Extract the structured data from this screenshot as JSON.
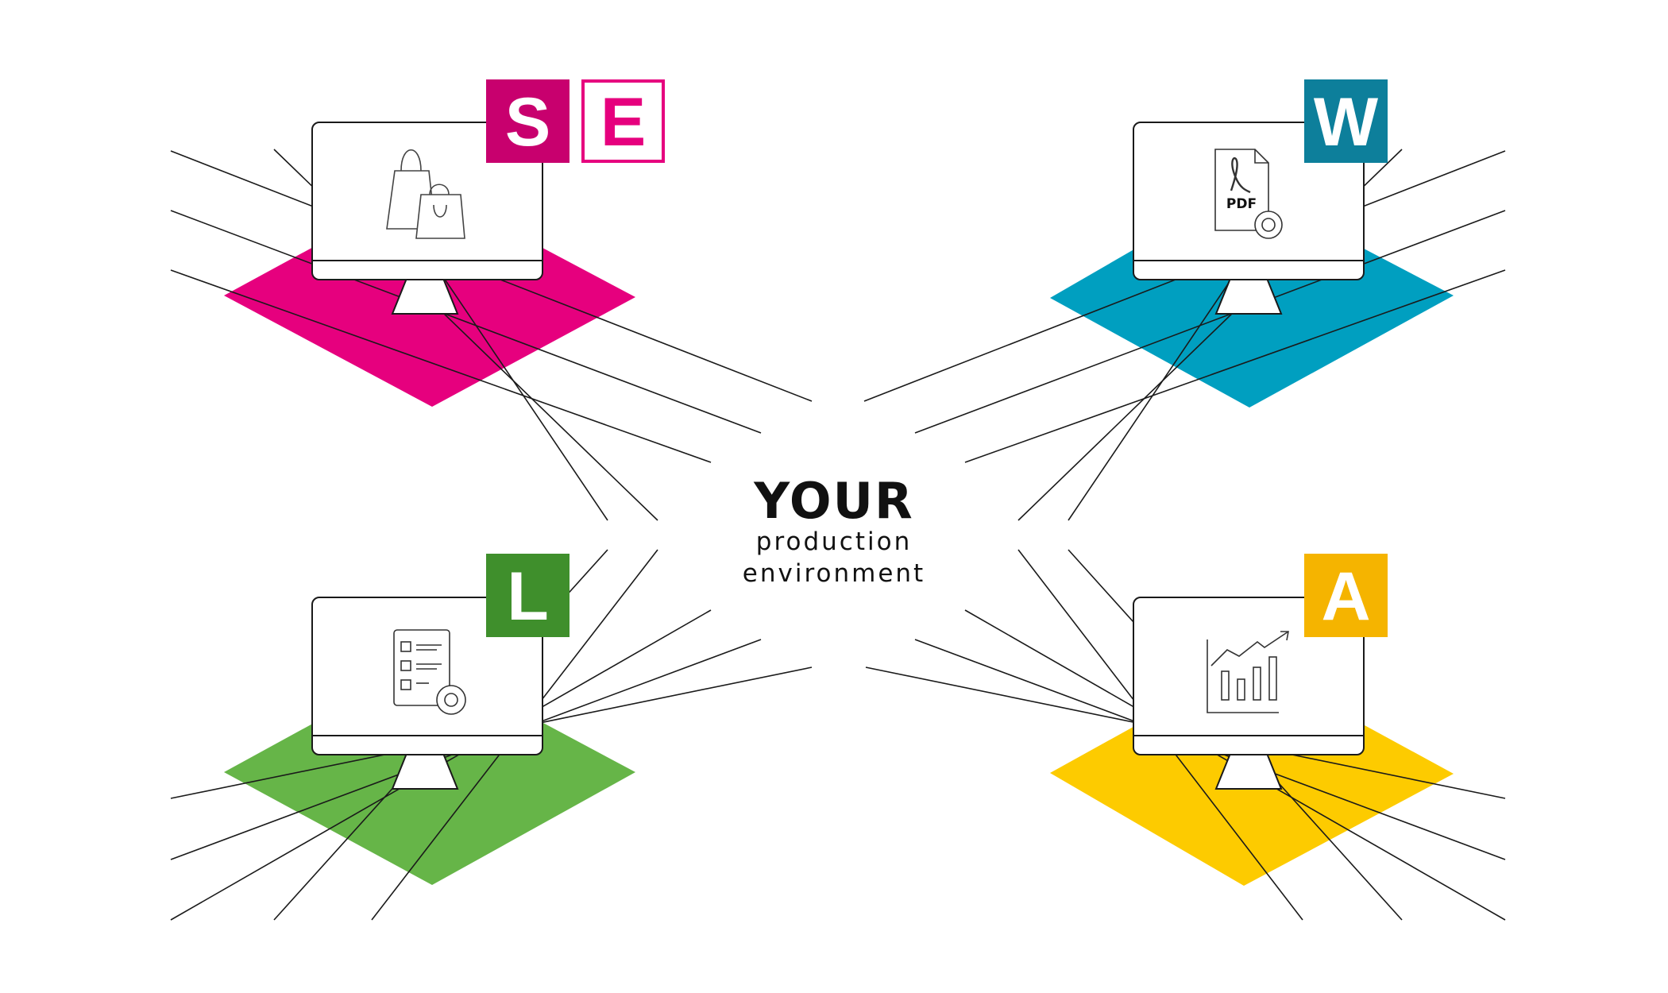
{
  "center": {
    "title": "YOUR",
    "line1": "production",
    "line2": "environment"
  },
  "modules": [
    {
      "id": "shop",
      "badges": [
        {
          "letter": "S",
          "style": "filled",
          "color": "#c8006e"
        },
        {
          "letter": "E",
          "style": "outline",
          "color": "#e6007e"
        }
      ],
      "floor_color": "#e6007e",
      "icon": "shopping-bags-icon"
    },
    {
      "id": "pdf",
      "badges": [
        {
          "letter": "W",
          "style": "filled",
          "color": "#0d7f9b"
        }
      ],
      "floor_color": "#009fc0",
      "icon": "pdf-settings-icon",
      "icon_text": "PDF"
    },
    {
      "id": "checklist",
      "badges": [
        {
          "letter": "L",
          "style": "filled",
          "color": "#3f8f2c"
        }
      ],
      "floor_color": "#66b548",
      "icon": "checklist-settings-icon"
    },
    {
      "id": "analytics",
      "badges": [
        {
          "letter": "A",
          "style": "filled",
          "color": "#f5b400"
        }
      ],
      "floor_color": "#fdcb00",
      "icon": "bar-chart-growth-icon"
    }
  ]
}
